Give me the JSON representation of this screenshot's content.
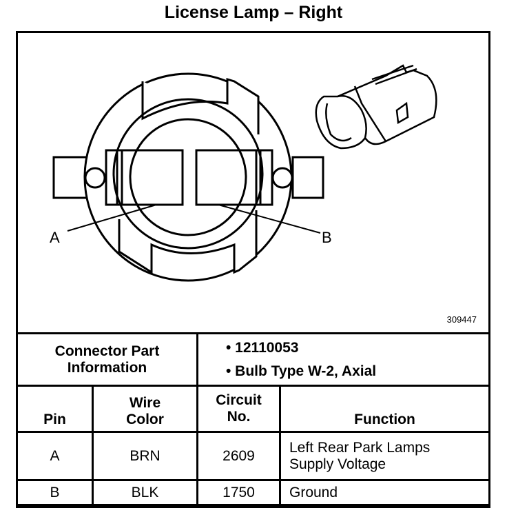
{
  "title": "License Lamp – Right",
  "figure_number": "309447",
  "labels": {
    "pin_a": "A",
    "pin_b": "B"
  },
  "connector_info": {
    "label_line1": "Connector Part",
    "label_line2": "Information",
    "items": [
      "• 12110053",
      "• Bulb Type W-2, Axial"
    ]
  },
  "table": {
    "headers": {
      "pin": "Pin",
      "wire_color_1": "Wire",
      "wire_color_2": "Color",
      "circuit_1": "Circuit",
      "circuit_2": "No.",
      "function": "Function"
    },
    "rows": [
      {
        "pin": "A",
        "wire_color": "BRN",
        "circuit": "2609",
        "function_1": "Left Rear Park Lamps",
        "function_2": "Supply Voltage"
      },
      {
        "pin": "B",
        "wire_color": "BLK",
        "circuit": "1750",
        "function_1": "Ground",
        "function_2": ""
      }
    ]
  }
}
